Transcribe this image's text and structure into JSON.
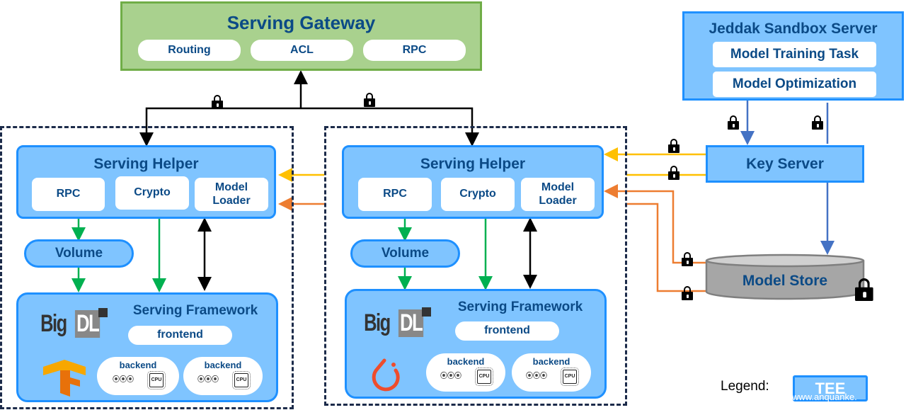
{
  "gateway": {
    "title": "Serving Gateway",
    "items": [
      "Routing",
      "ACL",
      "RPC"
    ],
    "color": "#a9d18e",
    "border_color": "#70ad47"
  },
  "sandbox": {
    "title": "Jeddak Sandbox Server",
    "items": [
      "Model Training Task",
      "Model Optimization"
    ]
  },
  "key_server": {
    "title": "Key Server"
  },
  "model_store": {
    "title": "Model Store"
  },
  "tee_left": {
    "helper": {
      "title": "Serving Helper",
      "items": [
        "RPC",
        "Crypto",
        "Model\nLoader"
      ]
    },
    "volume": "Volume",
    "framework": {
      "title": "Serving Framework",
      "frontend": "frontend",
      "backends": [
        "backend",
        "backend"
      ],
      "cpu_label": "CPU",
      "logo": "BigDL",
      "engine_icon": "tensorflow-logo"
    }
  },
  "tee_right": {
    "helper": {
      "title": "Serving Helper",
      "items": [
        "RPC",
        "Crypto",
        "Model\nLoader"
      ]
    },
    "volume": "Volume",
    "framework": {
      "title": "Serving Framework",
      "frontend": "frontend",
      "backends": [
        "backend",
        "backend"
      ],
      "cpu_label": "CPU",
      "logo": "BigDL",
      "engine_icon": "pytorch-logo"
    }
  },
  "legend": {
    "label": "Legend:",
    "tee": "TEE"
  },
  "watermark": "www.anquanke.",
  "colors": {
    "tee_fill": "#7fc4ff",
    "tee_border": "#1e90ff",
    "title_text": "#0b4a86",
    "key_arrow": "#ffc000",
    "model_arrow": "#ed7d31",
    "internal_arrow": "#00b050",
    "sandbox_arrow": "#4472c4"
  }
}
